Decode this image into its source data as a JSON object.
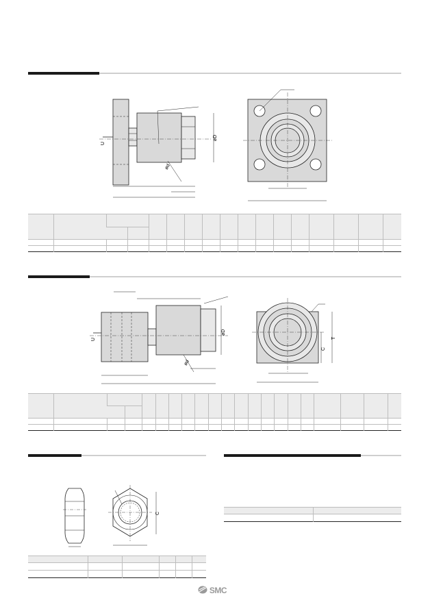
{
  "labels": {
    "dia_d": "øD",
    "dia_d_small": "ød",
    "u": "U",
    "c": "C",
    "t": "T"
  },
  "footer": {
    "logo": "SMC"
  },
  "colors": {
    "fill": "#d9d9d9",
    "line": "#222222",
    "rule_light": "#cfcfcf",
    "rule_dark": "#1a1a1a",
    "table_header": "#ececec"
  }
}
